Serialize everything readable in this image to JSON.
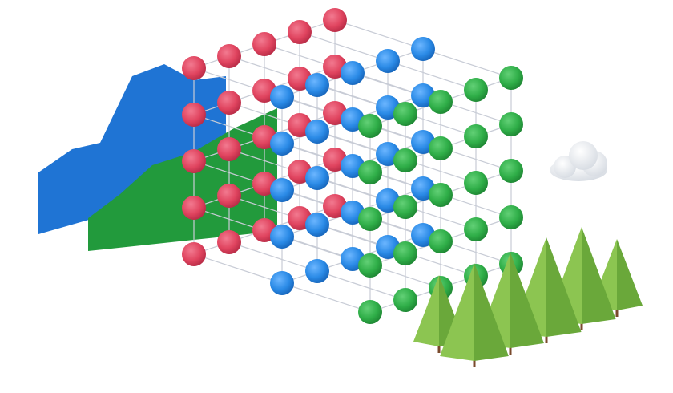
{
  "colors": {
    "red": "#e0445f",
    "blue": "#2a8ae6",
    "green": "#2fae48",
    "area_blue": "#1f74d4",
    "area_green": "#229a3c",
    "tree_light": "#8cc551",
    "tree_dark": "#6aa83a",
    "trunk": "#7a4a2c",
    "cloud": "#ffffff"
  },
  "lattice": {
    "layers": [
      "red",
      "blue",
      "green"
    ],
    "rows": 5,
    "columns": 5
  },
  "icons": [
    "area-chart-icon",
    "sphere-lattice-icon",
    "tree-icon",
    "cloud-icon"
  ]
}
